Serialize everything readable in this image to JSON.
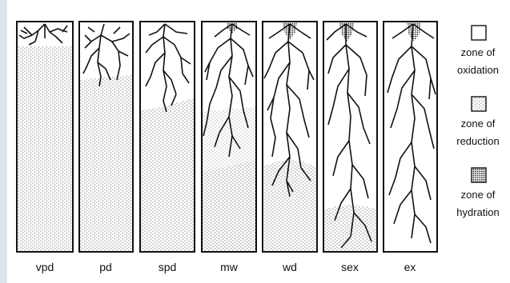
{
  "columns": [
    {
      "label": "vpd"
    },
    {
      "label": "pd"
    },
    {
      "label": "spd"
    },
    {
      "label": "mw"
    },
    {
      "label": "wd"
    },
    {
      "label": "sex"
    },
    {
      "label": "ex"
    }
  ],
  "legend": [
    {
      "line1": "zone of",
      "line2": "oxidation",
      "pattern": "oxidation"
    },
    {
      "line1": "zone of",
      "line2": "reduction",
      "pattern": "reduction"
    },
    {
      "line1": "zone of",
      "line2": "hydration",
      "pattern": "hydration"
    }
  ],
  "colors": {
    "ink": "#111111",
    "background": "#ffffff",
    "side_strip": "#dfe3ea"
  }
}
